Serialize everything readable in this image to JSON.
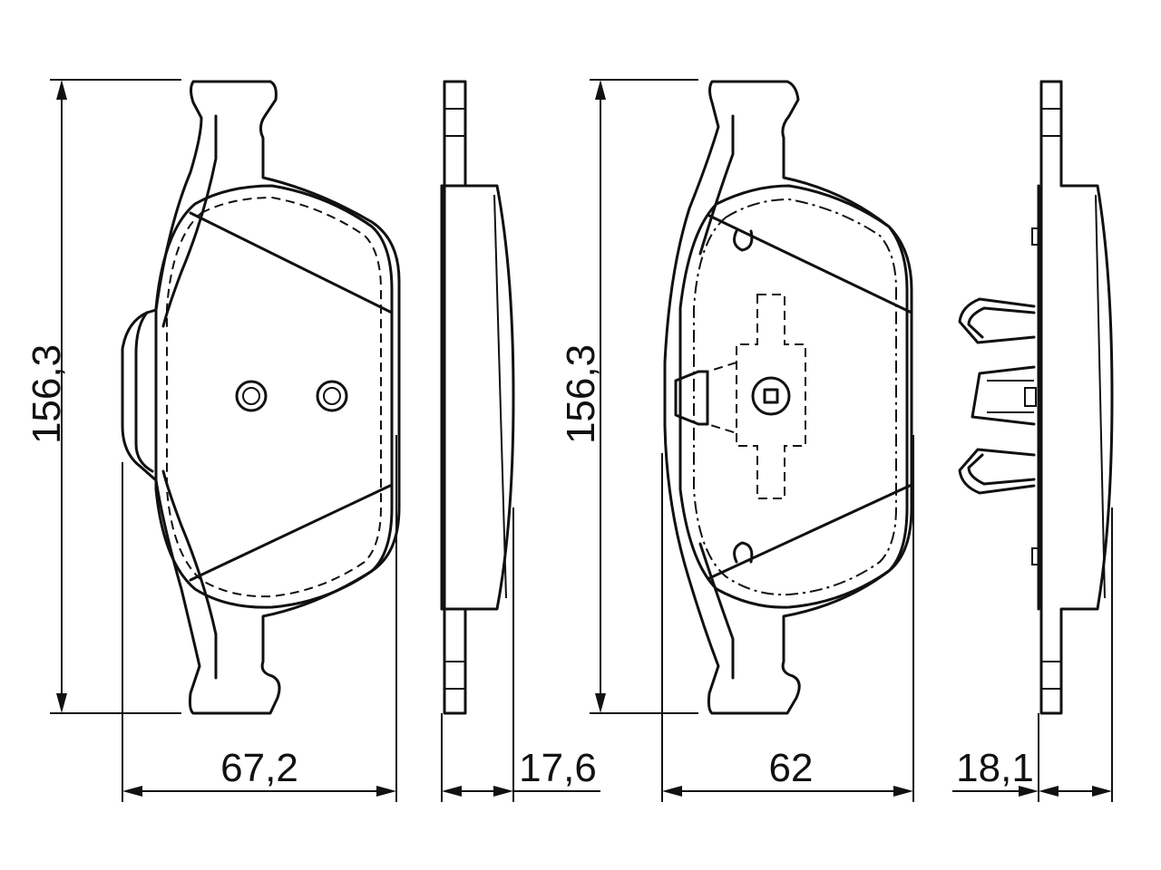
{
  "dimensions": {
    "height_left": "156,3",
    "width_front": "67,2",
    "thickness_left": "17,6",
    "height_right": "156,3",
    "width_back": "62",
    "thickness_right": "18,1"
  }
}
